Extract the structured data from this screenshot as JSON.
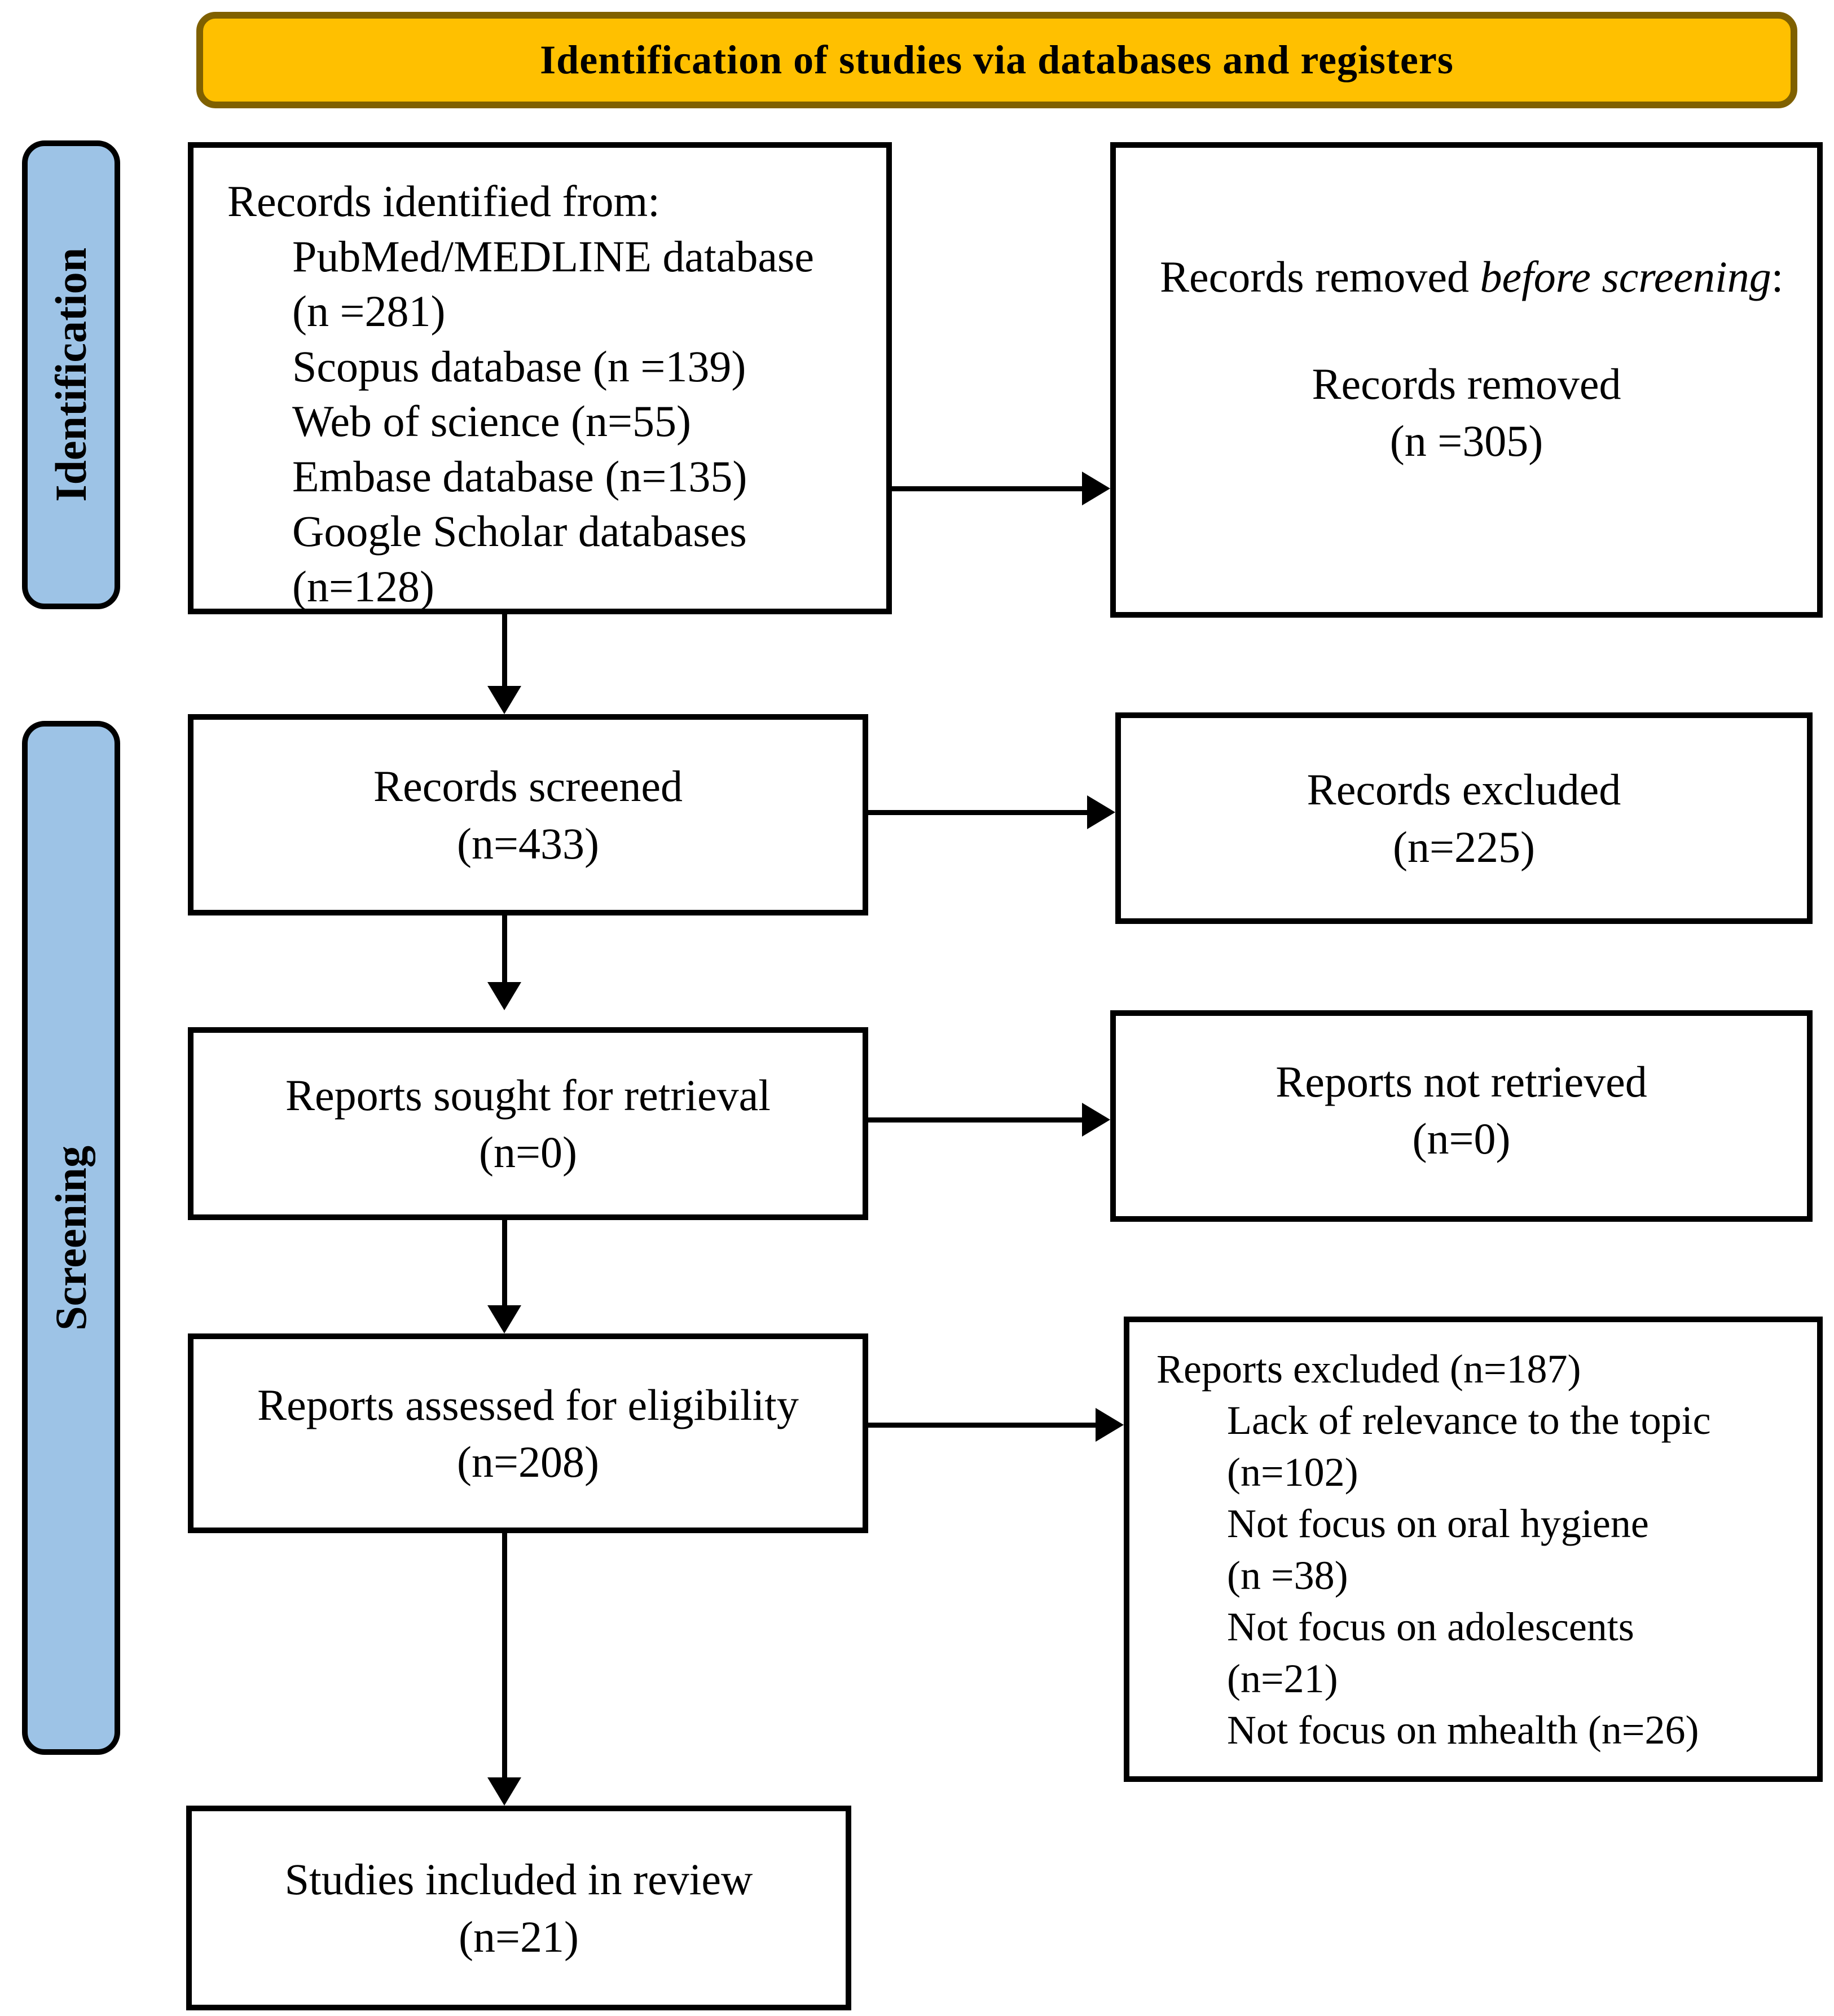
{
  "title": "Identification of studies via databases and registers",
  "colors": {
    "banner_fill": "#FFC000",
    "banner_border": "#7F6000",
    "sidebar_fill": "#9DC3E6",
    "box_border": "#000000"
  },
  "sidebar": {
    "identification": "Identification",
    "screening": "Screening"
  },
  "boxes": {
    "identified": {
      "lines": [
        "Records identified from:",
        "PubMed/MEDLINE database",
        "(n =281)",
        "Scopus database (n =139)",
        "Web of science (n=55)",
        "Embase database (n=135)",
        "Google Scholar databases",
        "(n=128)"
      ]
    },
    "removed": {
      "line1_prefix": "Records removed ",
      "line1_italic": "before screening",
      "line1_suffix": ":",
      "line2": "Records removed",
      "line3": "(n =305)"
    },
    "screened": {
      "line1": "Records screened",
      "line2": "(n=433)"
    },
    "excluded": {
      "line1": "Records excluded",
      "line2": "(n=225)"
    },
    "sought": {
      "line1": "Reports sought for retrieval",
      "line2": "(n=0)"
    },
    "not_retrieved": {
      "line1": "Reports not retrieved",
      "line2": "(n=0)"
    },
    "assessed": {
      "line1": "Reports assessed for eligibility",
      "line2": "(n=208)"
    },
    "reports_excluded": {
      "lines": [
        "Reports excluded (n=187)",
        "Lack of relevance to the topic",
        "(n=102)",
        "Not focus on oral hygiene",
        "(n =38)",
        "Not focus on adolescents",
        "(n=21)",
        "Not focus on mhealth (n=26)"
      ]
    },
    "included": {
      "line1": "Studies included in review",
      "line2": "(n=21)"
    }
  }
}
